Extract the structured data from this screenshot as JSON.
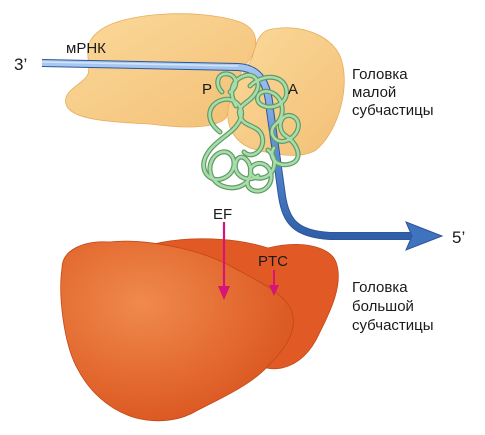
{
  "labels": {
    "mrna": "мРНК",
    "end_3": "3’",
    "end_5": "5’",
    "site_p": "P",
    "site_a": "A",
    "ef": "EF",
    "ptc": "PTC",
    "small_subunit": [
      "Головка",
      "малой",
      "субчастицы"
    ],
    "large_subunit": [
      "Головка",
      "большой",
      "субчастицы"
    ]
  },
  "colors": {
    "small_subunit": "#f9cf8a",
    "large_subunit": "#e8602a",
    "mrna": "#5b8ed6",
    "trna": "#8fcf93",
    "arrow": "#d6147a",
    "text": "#1a1a1a"
  }
}
